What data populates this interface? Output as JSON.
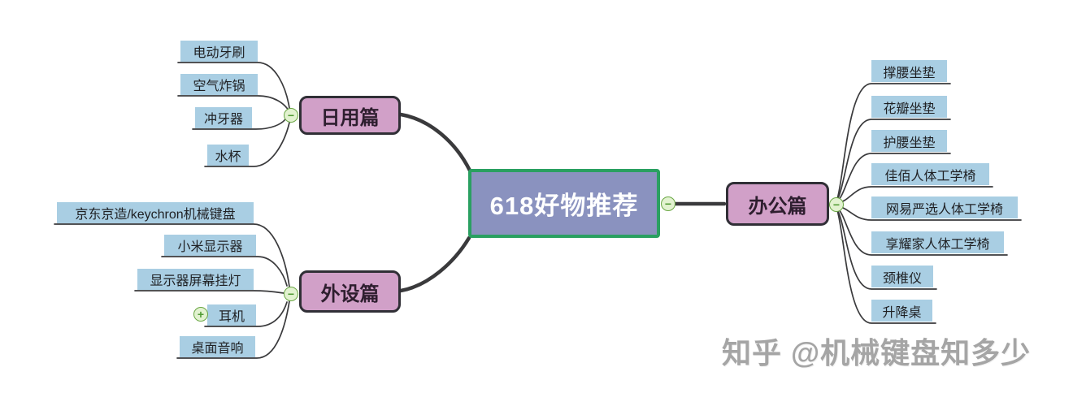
{
  "central": {
    "label": "618好物推荐"
  },
  "branches": [
    {
      "label": "日用篇",
      "children": [
        "电动牙刷",
        "空气炸锅",
        "冲牙器",
        "水杯"
      ]
    },
    {
      "label": "外设篇",
      "children": [
        "京东京造/keychron机械键盘",
        "小米显示器",
        "显示器屏幕挂灯",
        "耳机",
        "桌面音响"
      ]
    },
    {
      "label": "办公篇",
      "children": [
        "撑腰坐垫",
        "花瓣坐垫",
        "护腰坐垫",
        "佳佰人体工学椅",
        "网易严选人体工学椅",
        "享耀家人体工学椅",
        "颈椎仪",
        "升降桌"
      ]
    }
  ],
  "icons": {
    "collapse": "−",
    "expand": "+"
  },
  "watermark": "知乎 @机械键盘知多少",
  "colors": {
    "central_fill": "#8a92bf",
    "central_border": "#2aa061",
    "branch_fill": "#d1a0c8",
    "branch_border": "#302f36",
    "child_fill": "#a9cee3",
    "line": "#3a3a3c",
    "toggle_fill": "#e2f2d0",
    "toggle_border": "#6aa744",
    "watermark_text": "#a5a5a5"
  }
}
